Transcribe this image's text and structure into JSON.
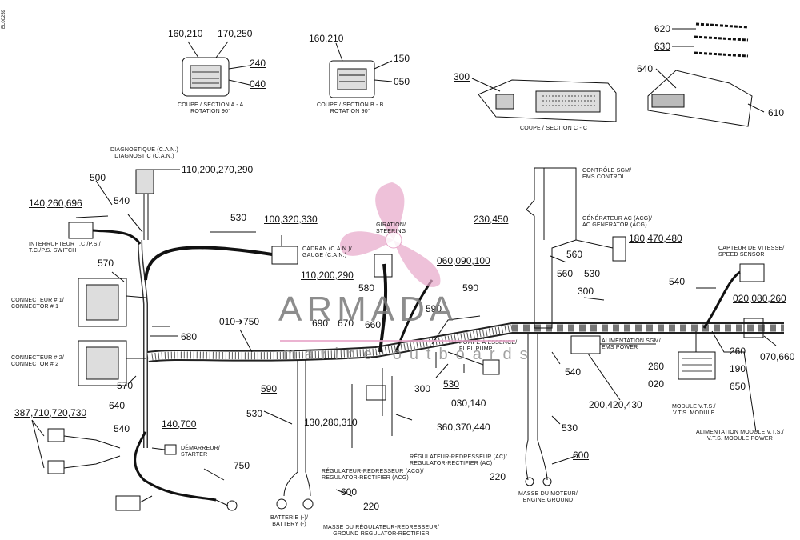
{
  "doc_code": "EL00259",
  "callouts": {
    "c160_210_a": "160,210",
    "c170_250": "170,250",
    "c240": "240",
    "c040": "040",
    "c160_210_b": "160,210",
    "c150": "150",
    "c050": "050",
    "c300_top": "300",
    "c620": "620",
    "c630": "630",
    "c640": "640",
    "c610": "610",
    "c110_200_270_290": "110,200,270,290",
    "c500": "500",
    "c540_a": "540",
    "c140_260_696": "140,260,696",
    "c530_a": "530",
    "c100_320_330": "100,320,330",
    "c230_450": "230,450",
    "c180_470_480": "180,470,480",
    "c560_a": "560",
    "c560_b": "560",
    "c530_b": "530",
    "c300_mid": "300",
    "c540_b": "540",
    "c020_080_260": "020,080,260",
    "c570_a": "570",
    "c110_200_290": "110,200,290",
    "c060_090_100": "060,090,100",
    "c580": "580",
    "c590_a": "590",
    "c590_b": "590",
    "c680": "680",
    "c010_750": "010➔750",
    "c690": "690",
    "c670": "670",
    "c660": "660",
    "c260": "260",
    "c070_660": "070,660",
    "c190": "190",
    "c260_b": "260",
    "c020": "020",
    "c650": "650",
    "c570_b": "570",
    "c590_c": "590",
    "c300_low": "300",
    "c530_c": "530",
    "c030_140": "030,140",
    "c540_c": "540",
    "c200_420_430": "200,420,430",
    "c640_b": "640",
    "c387_710_720_730": "387,710,720,730",
    "c540_d": "540",
    "c140_700": "140,700",
    "c530_d": "530",
    "c130_280_310": "130,280,310",
    "c360_370_440": "360,370,440",
    "c530_e": "530",
    "c600_a": "600",
    "c220_a": "220",
    "c750": "750",
    "c600_b": "600",
    "c220_b": "220"
  },
  "labels": {
    "section_aa": [
      "COUPE / SECTION A - A",
      "ROTATION 90°"
    ],
    "section_bb": [
      "COUPE / SECTION B - B",
      "ROTATION 90°"
    ],
    "section_cc": [
      "COUPE / SECTION C - C"
    ],
    "diag": [
      "DIAGNOSTIQUE (C.A.N.)",
      "DIAGNOSTIC (C.A.N.)"
    ],
    "switch": [
      "INTERRUPTEUR T.C./P.S./",
      "T.C./P.S. SWITCH"
    ],
    "gauge": [
      "CADRAN (C.A.N.)/",
      "GAUGE (C.A.N.)"
    ],
    "steering": [
      "GIRATION/",
      "STEERING"
    ],
    "ems": [
      "CONTRÔLE SGM/",
      "EMS CONTROL"
    ],
    "acgen": [
      "GÉNÉRATEUR AC (ACG)/",
      "AC GENERATOR (ACG)"
    ],
    "speed": [
      "CAPTEUR DE VITESSE/",
      "SPEED SENSOR"
    ],
    "conn1": [
      "CONNECTEUR # 1/",
      "CONNECTOR # 1"
    ],
    "conn2": [
      "CONNECTEUR # 2/",
      "CONNECTOR # 2"
    ],
    "fuelpump": [
      "POMPE À ESSENCE/",
      "FUEL PUMP"
    ],
    "emspower": [
      "ALIMENTATION SGM/",
      "EMS POWER"
    ],
    "vts": [
      "MODULE V.T.S./",
      "V.T.S. MODULE"
    ],
    "vtspower": [
      "ALIMENTATION MODULE V.T.S./",
      "V.T.S. MODULE POWER"
    ],
    "starter": [
      "DÉMARREUR/",
      "STARTER"
    ],
    "reg_ac": [
      "RÉGULATEUR-REDRESSEUR (AC)/",
      "REGULATOR-RECTIFIER (AC)"
    ],
    "reg_acg": [
      "RÉGULATEUR-REDRESSEUR (ACG)/",
      "REGULATOR-RECTIFIER (ACG)"
    ],
    "ground": [
      "MASSE DU MOTEUR/",
      "ENGINE GROUND"
    ],
    "battery": [
      "BATTERIE (-)/",
      "BATTERY (-)"
    ],
    "ground_reg": [
      "MASSE DU RÉGULATEUR-REDRESSEUR/",
      "GROUND REGULATOR-RECTIFIER"
    ]
  },
  "watermark": {
    "title": "ARMADA",
    "subtitle": "marine outboards",
    "accent": "#e7a6c9"
  },
  "colors": {
    "ink": "#111111",
    "bg": "#ffffff"
  }
}
